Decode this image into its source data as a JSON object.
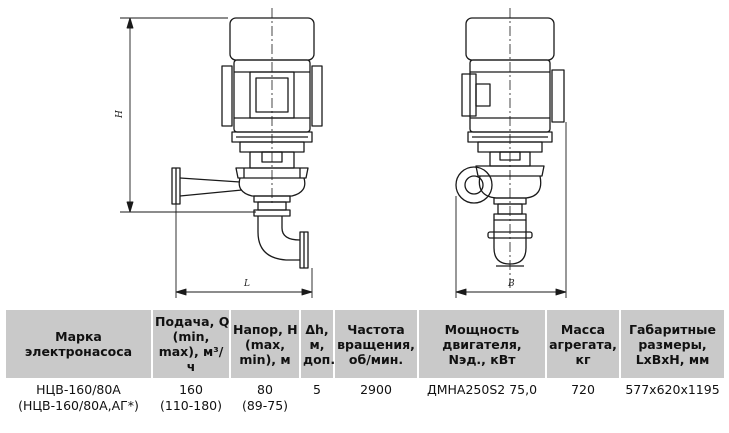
{
  "drawing": {
    "dim_height": "H",
    "dim_length": "L",
    "dim_width": "B"
  },
  "table": {
    "headers": [
      [
        "Марка",
        "электронасоса"
      ],
      [
        "Подача, Q",
        "(min,",
        "max), м³/",
        "ч"
      ],
      [
        "Напор, Н",
        "(max,",
        "min), м"
      ],
      [
        "Δh,",
        "м,",
        "доп."
      ],
      [
        "Частота",
        "вращения,",
        "об/мин."
      ],
      [
        "Мощность",
        "двигателя,",
        "Nэд., кВт"
      ],
      [
        "Масса",
        "агрегата,",
        "кг"
      ],
      [
        "Габаритные",
        "размеры,",
        "LxBxH, мм"
      ]
    ],
    "rows": [
      [
        [
          "НЦВ-160/80А",
          "(НЦВ-160/80А,АГ*)"
        ],
        [
          "160",
          "(110-180)"
        ],
        [
          "80",
          "(89-75)"
        ],
        [
          "5"
        ],
        [
          "2900"
        ],
        [
          "ДМНА250S2 75,0"
        ],
        [
          "720"
        ],
        [
          "577x620x1195"
        ]
      ]
    ]
  }
}
